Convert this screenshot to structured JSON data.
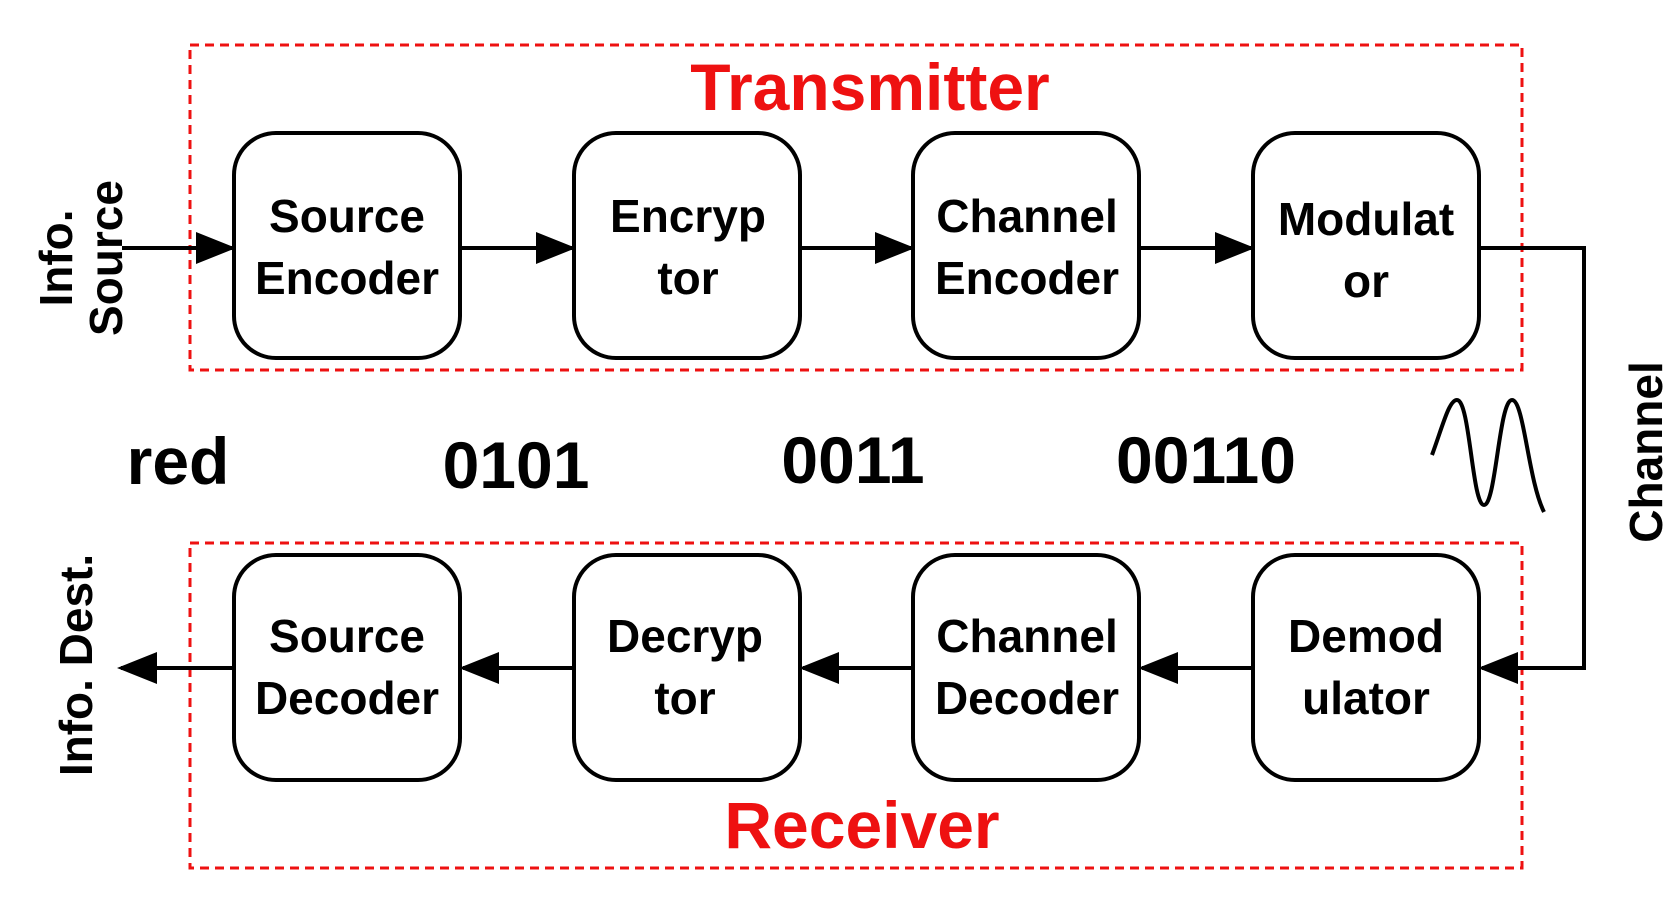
{
  "transmitter": {
    "title": "Transmitter",
    "blocks": [
      {
        "line1": "Source",
        "line2": "Encoder"
      },
      {
        "line1": "Encryp",
        "line2": "tor"
      },
      {
        "line1": "Channel",
        "line2": "Encoder"
      },
      {
        "line1": "Modulat",
        "line2": "or"
      }
    ]
  },
  "receiver": {
    "title": "Receiver",
    "blocks": [
      {
        "line1": "Source",
        "line2": "Decoder"
      },
      {
        "line1": "Decryp",
        "line2": "tor"
      },
      {
        "line1": "Channel",
        "line2": "Decoder"
      },
      {
        "line1": "Demod",
        "line2": "ulator"
      }
    ]
  },
  "labels": {
    "source_line1": "Info.",
    "source_line2": "Source",
    "destination": "Info. Dest.",
    "channel": "Channel"
  },
  "signals": [
    "red",
    "0101",
    "0011",
    "00110"
  ],
  "colors": {
    "frame": "#ee1111",
    "title": "#ee1111",
    "line": "#000000"
  }
}
